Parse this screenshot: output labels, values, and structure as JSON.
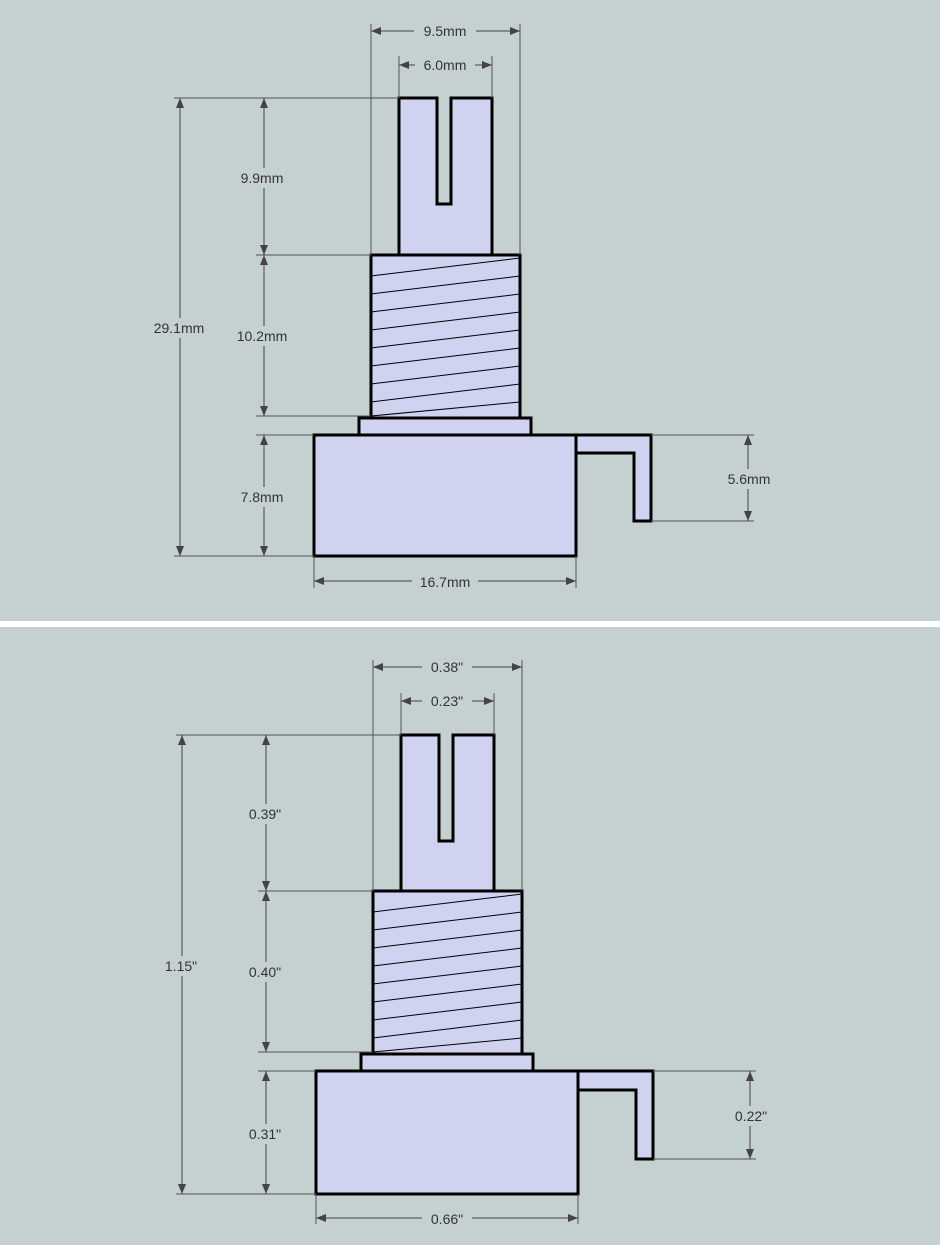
{
  "colors": {
    "background": "#c5d0d0",
    "part_fill": "#cfd3f0",
    "outline": "#000000",
    "dimension_line": "#444444",
    "divider": "#ffffff"
  },
  "diagrams": [
    {
      "units": "mm",
      "dimensions": {
        "overall_width": "9.5mm",
        "shaft_width": "6.0mm",
        "total_height": "29.1mm",
        "shaft_height": "9.9mm",
        "bushing_height": "10.2mm",
        "body_height": "7.8mm",
        "lug_height": "5.6mm",
        "body_width": "16.7mm"
      }
    },
    {
      "units": "inch",
      "dimensions": {
        "overall_width": "0.38\"",
        "shaft_width": "0.23\"",
        "total_height": "1.15\"",
        "shaft_height": "0.39\"",
        "bushing_height": "0.40\"",
        "body_height": "0.31\"",
        "lug_height": "0.22\"",
        "body_width": "0.66\""
      }
    }
  ]
}
